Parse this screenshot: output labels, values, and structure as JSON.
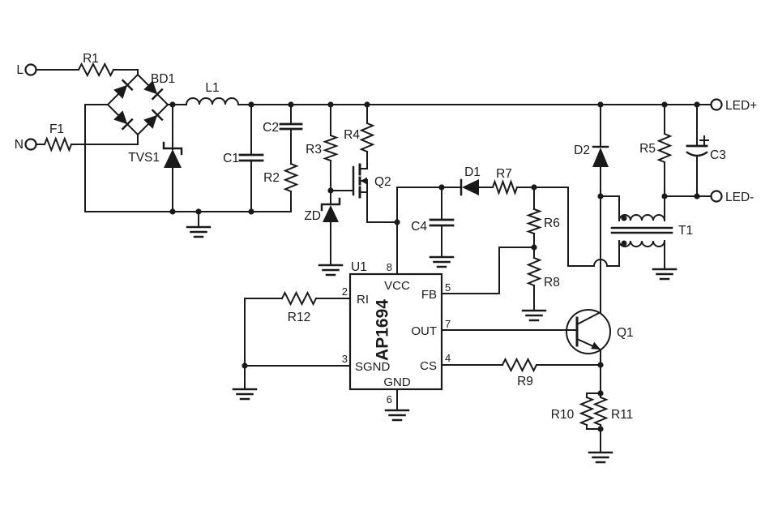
{
  "schematic": {
    "description": "AP1694 based LED driver circuit schematic",
    "line_color": "#1a1a1a",
    "background": "#ffffff"
  },
  "terminals": {
    "l": "L",
    "n": "N",
    "led_plus": "LED+",
    "led_minus": "LED-"
  },
  "labels": {
    "r1": "R1",
    "f1": "F1",
    "bd1": "BD1",
    "tvs1": "TVS1",
    "l1": "L1",
    "c1": "C1",
    "c2": "C2",
    "r2": "R2",
    "r3": "R3",
    "r4": "R4",
    "q2": "Q2",
    "zd": "ZD",
    "c4": "C4",
    "d1": "D1",
    "r7": "R7",
    "r6": "R6",
    "r8": "R8",
    "d2": "D2",
    "r5": "R5",
    "c3": "C3",
    "c3_polarity": "+",
    "t1": "T1",
    "q1": "Q1",
    "r9": "R9",
    "r10": "R10",
    "r11": "R11",
    "r12": "R12"
  },
  "ic": {
    "ref": "U1",
    "part": "AP1694",
    "pins": {
      "vcc": {
        "num": "8",
        "name": "VCC"
      },
      "ri": {
        "num": "2",
        "name": "RI"
      },
      "sgnd": {
        "num": "3",
        "name": "SGND"
      },
      "gnd": {
        "num": "6",
        "name": "GND"
      },
      "fb": {
        "num": "5",
        "name": "FB"
      },
      "out": {
        "num": "7",
        "name": "OUT"
      },
      "cs": {
        "num": "4",
        "name": "CS"
      }
    }
  }
}
